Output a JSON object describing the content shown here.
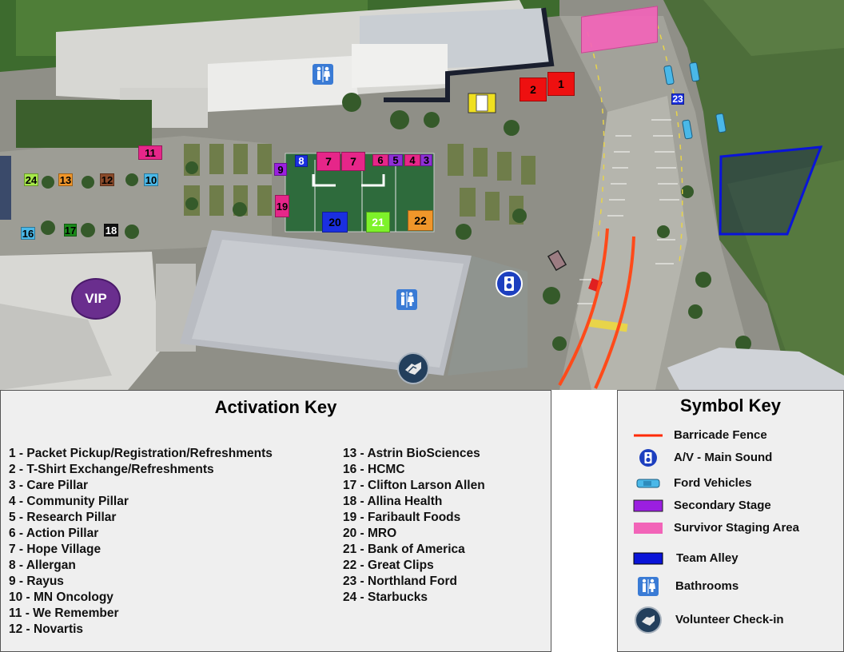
{
  "colors": {
    "barricade": "#ff2a00",
    "secondary_stage": "#9b1fe0",
    "survivor_staging": "#f264b8",
    "team_alley": "#0a14d8",
    "bathroom": "#3a7bd5",
    "av": "#1d3fbf",
    "volunteer": "#233f5c",
    "ford": "#4ab8e8"
  },
  "map": {
    "markers": [
      {
        "id": "1",
        "color": "#ee1010"
      },
      {
        "id": "2",
        "color": "#ee1010"
      },
      {
        "id": "3",
        "color": "#8e2fd6"
      },
      {
        "id": "4",
        "color": "#e62689"
      },
      {
        "id": "5",
        "color": "#8e2fd6"
      },
      {
        "id": "6",
        "color": "#e62689"
      },
      {
        "id": "7a",
        "label": "7",
        "color": "#e62689"
      },
      {
        "id": "7b",
        "label": "7",
        "color": "#e62689"
      },
      {
        "id": "8",
        "color": "#1a2fe0"
      },
      {
        "id": "9",
        "color": "#9b1fe0"
      },
      {
        "id": "10",
        "color": "#4ab8e8"
      },
      {
        "id": "11",
        "color": "#e62689"
      },
      {
        "id": "12",
        "color": "#8a4a2a"
      },
      {
        "id": "13",
        "color": "#f0962a"
      },
      {
        "id": "16",
        "color": "#4ab8e8"
      },
      {
        "id": "17",
        "color": "#1a8a1a"
      },
      {
        "id": "18",
        "color": "#111111"
      },
      {
        "id": "19",
        "color": "#e62689"
      },
      {
        "id": "20",
        "color": "#1a2fe0"
      },
      {
        "id": "21",
        "color": "#7ef22a"
      },
      {
        "id": "22",
        "color": "#f0962a"
      },
      {
        "id": "23",
        "color": "#1a2fe0"
      },
      {
        "id": "24",
        "color": "#a6e84a"
      }
    ],
    "vip_label": "VIP"
  },
  "activation_key": {
    "title": "Activation Key",
    "col1": [
      "1 - Packet Pickup/Registration/Refreshments",
      "2 - T-Shirt Exchange/Refreshments",
      "3 - Care Pillar",
      "4 - Community Pillar",
      "5 - Research Pillar",
      "6 - Action Pillar",
      "7 - Hope Village",
      "8 - Allergan",
      "9 - Rayus",
      "10 - MN Oncology",
      "11 - We Remember",
      "12 - Novartis"
    ],
    "col2": [
      "13 - Astrin BioSciences",
      "16 - HCMC",
      "17 - Clifton Larson Allen",
      "18 - Allina Health",
      "19 - Faribault Foods",
      "20 - MRO",
      "21 - Bank of America",
      "22 - Great Clips",
      "23 - Northland Ford",
      "24 - Starbucks"
    ]
  },
  "symbol_key": {
    "title": "Symbol Key",
    "items": [
      {
        "label": "Barricade Fence",
        "icon": "barricade-line-icon"
      },
      {
        "label": "A/V - Main Sound",
        "icon": "speaker-icon"
      },
      {
        "label": "Ford Vehicles",
        "icon": "ford-vehicle-icon"
      },
      {
        "label": "Secondary Stage",
        "icon": "secondary-stage-swatch-icon"
      },
      {
        "label": "Survivor Staging Area",
        "icon": "survivor-staging-swatch-icon"
      },
      {
        "label": "Team Alley",
        "icon": "team-alley-swatch-icon"
      },
      {
        "label": "Bathrooms",
        "icon": "bathroom-icon"
      },
      {
        "label": "Volunteer Check-in",
        "icon": "handshake-icon"
      }
    ]
  }
}
